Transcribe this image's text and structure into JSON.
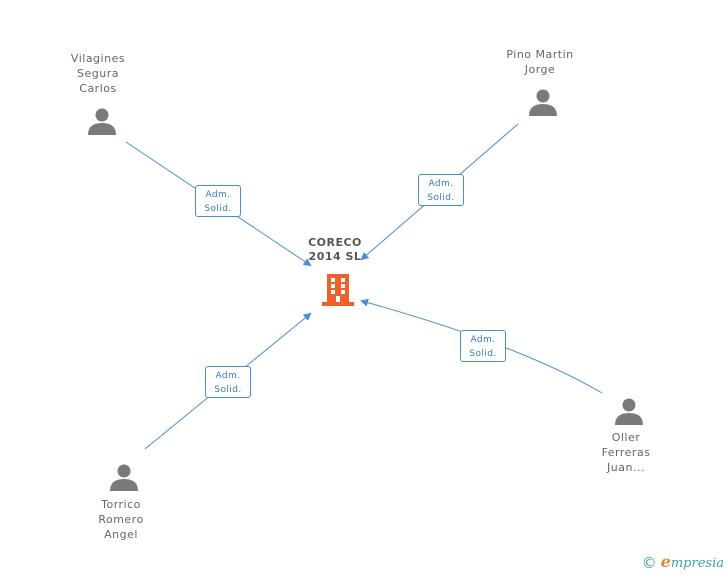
{
  "company": {
    "name": "CORECO\n2014 SL",
    "icon": "building-icon",
    "color": "#f0602a"
  },
  "people": [
    {
      "id": "vilagines",
      "name": "Vilagines\nSegura\nCarlos",
      "icon": "person-icon"
    },
    {
      "id": "pino",
      "name": "Pino Martin\nJorge",
      "icon": "person-icon"
    },
    {
      "id": "torrico",
      "name": "Torrico\nRomero\nAngel",
      "icon": "person-icon"
    },
    {
      "id": "oller",
      "name": "Oller\nFerreras\nJuan...",
      "icon": "person-icon"
    }
  ],
  "relations": [
    {
      "from": "vilagines",
      "role": "Adm.\nSolid."
    },
    {
      "from": "pino",
      "role": "Adm.\nSolid."
    },
    {
      "from": "torrico",
      "role": "Adm.\nSolid."
    },
    {
      "from": "oller",
      "role": "Adm.\nSolid."
    }
  ],
  "colors": {
    "edge": "#4a8fd6",
    "person": "#7a7a7a",
    "label": "#666666"
  },
  "footer": {
    "copyright": "©",
    "brand_initial": "e",
    "brand_rest": "mpresia"
  }
}
